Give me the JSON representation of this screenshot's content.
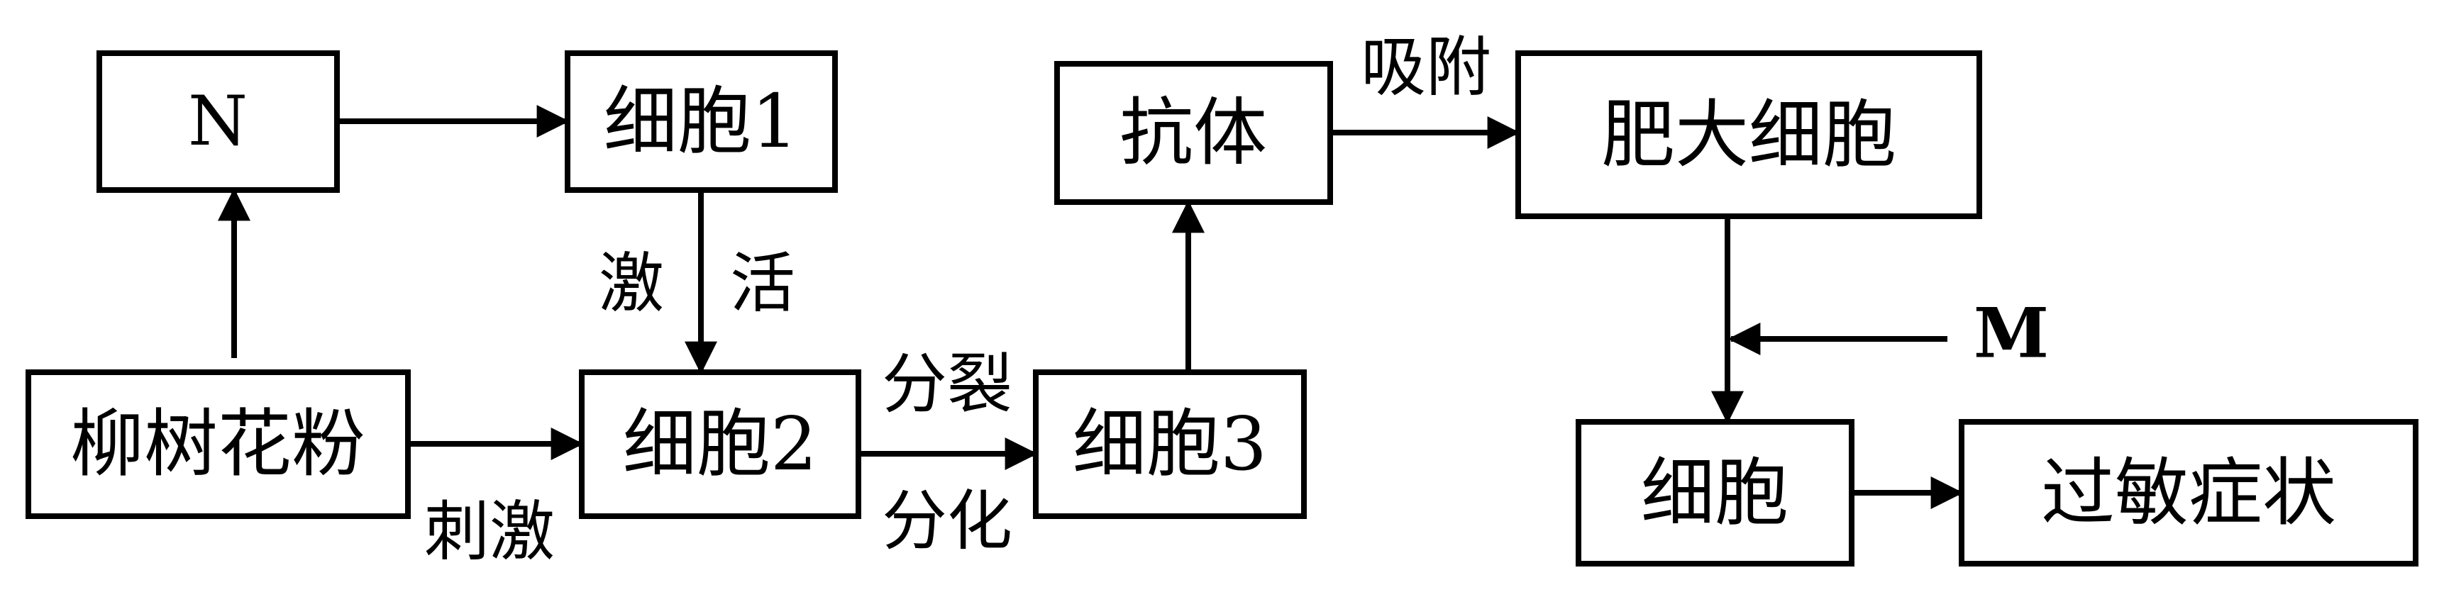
{
  "colors": {
    "stroke": "#000000",
    "background": "#ffffff"
  },
  "nodes": {
    "n": "N",
    "cell1": "细胞1",
    "pollen": "柳树花粉",
    "cell2": "细胞2",
    "cell3": "细胞3",
    "antibody": "抗体",
    "mast_cell": "肥大细胞",
    "cell": "细胞",
    "allergy": "过敏症状"
  },
  "edges": {
    "activate_left": "激",
    "activate_right": "活",
    "stimulate": "刺激",
    "divide": "分裂",
    "differentiate": "分化",
    "adsorb": "吸附",
    "m_label": "M"
  }
}
